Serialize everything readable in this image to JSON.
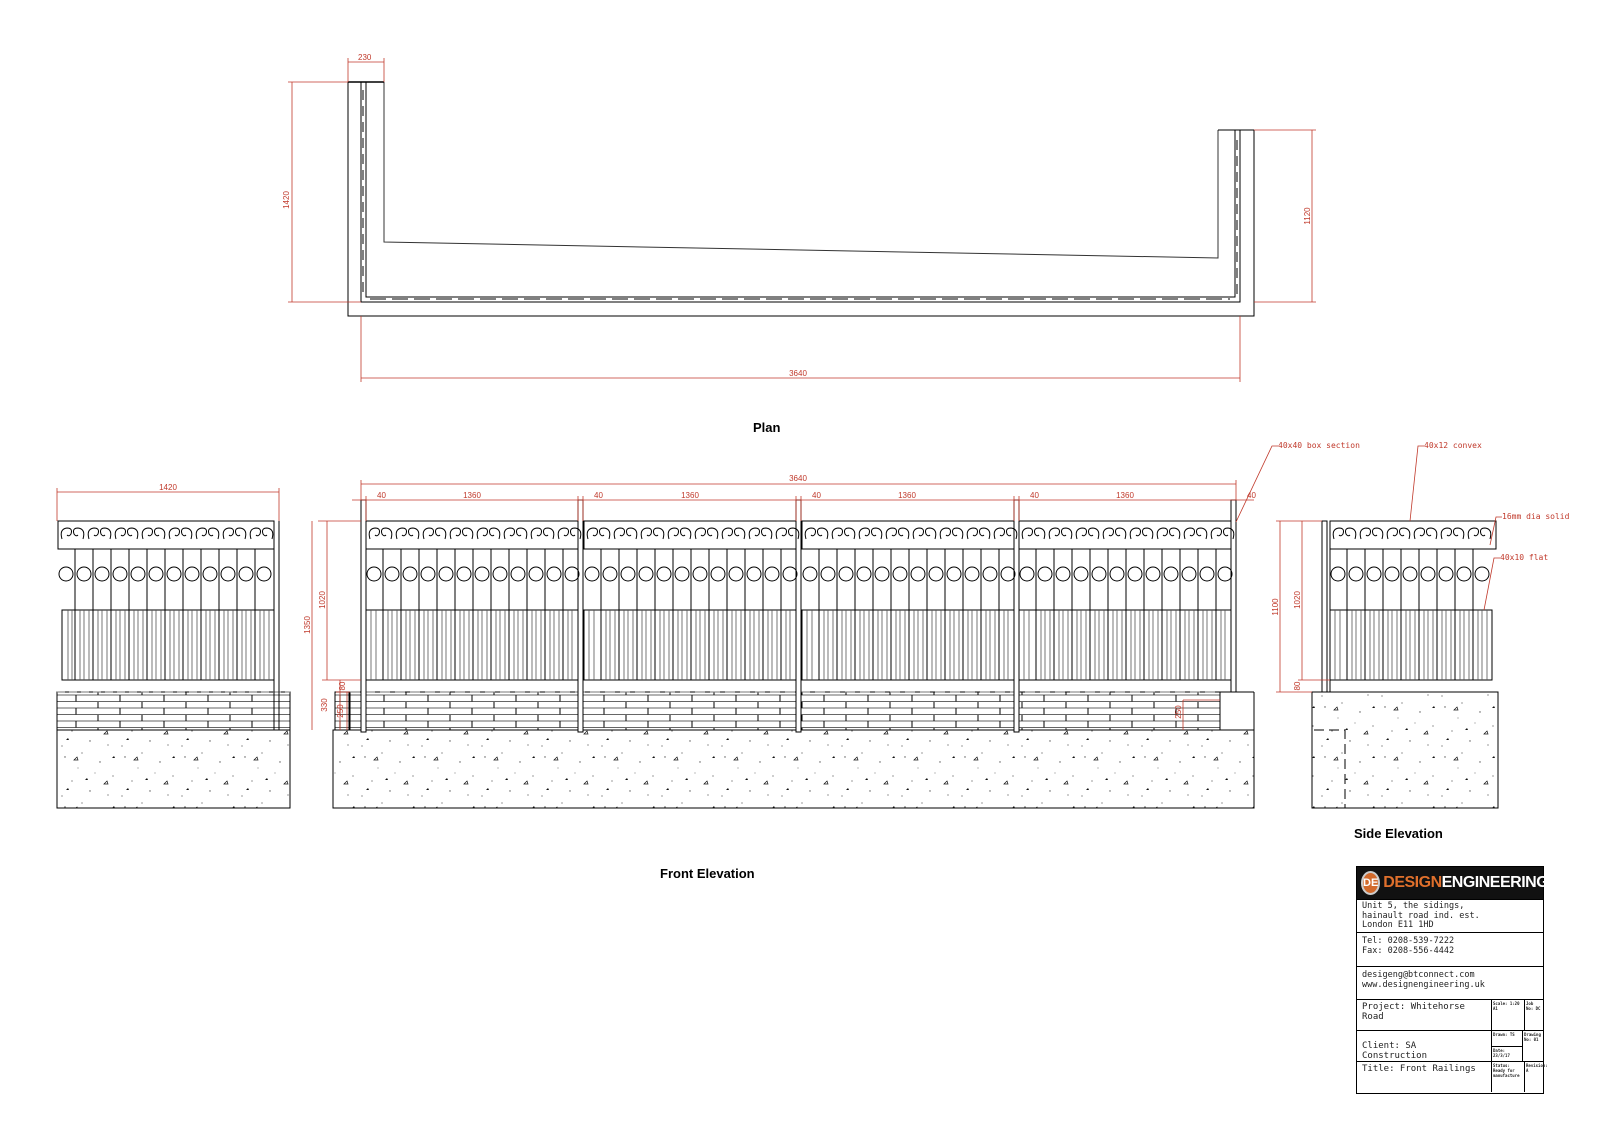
{
  "views": {
    "plan": {
      "label": "Plan"
    },
    "front_elevation": {
      "label": "Front Elevation"
    },
    "side_elevation": {
      "label": "Side Elevation"
    }
  },
  "dimensions": {
    "plan": {
      "top_return": "230",
      "left_depth": "1420",
      "right_depth": "1120",
      "overall_width": "3640"
    },
    "front": {
      "overall": "3640",
      "post": "40",
      "panel": "1360",
      "end_post": "40",
      "height_total": "1350",
      "panel_height": "1020",
      "gap": "80",
      "base": "330",
      "wall": "250",
      "wall_right": "250"
    },
    "left_side": {
      "width": "1420"
    },
    "side": {
      "height_total": "1100",
      "panel_height": "1020",
      "gap": "80"
    }
  },
  "callouts": {
    "box_section": "40x40 box section",
    "convex": "40x12 convex",
    "solid": "16mm dia solid",
    "flat": "40x10 flat"
  },
  "title_block": {
    "brand_part1": "DESIGN",
    "brand_part2": "ENGINEERING",
    "address": [
      "Unit 5, the sidings,",
      "hainault road ind. est.",
      "London E11 1HD"
    ],
    "phone": [
      "Tel: 0208-539-7222",
      "Fax: 0208-556-4442"
    ],
    "web": [
      "desigeng@btconnect.com",
      "www.designengineering.uk"
    ],
    "project": "Project: Whitehorse Road",
    "client": "Client: SA Construction",
    "title": "Title: Front Railings",
    "scale": "Scale: 1:20 A1",
    "job_no": "Job No: DC",
    "drawn": "Drawn: TS",
    "drawing_no": "Drawing No: 01",
    "date": "Date: 23/3/17",
    "status": "Status: Ready for manufacture",
    "revision": "Revision: A"
  },
  "colors": {
    "dim": "#c0392b",
    "line": "#000000",
    "brand": "#e0702c"
  }
}
